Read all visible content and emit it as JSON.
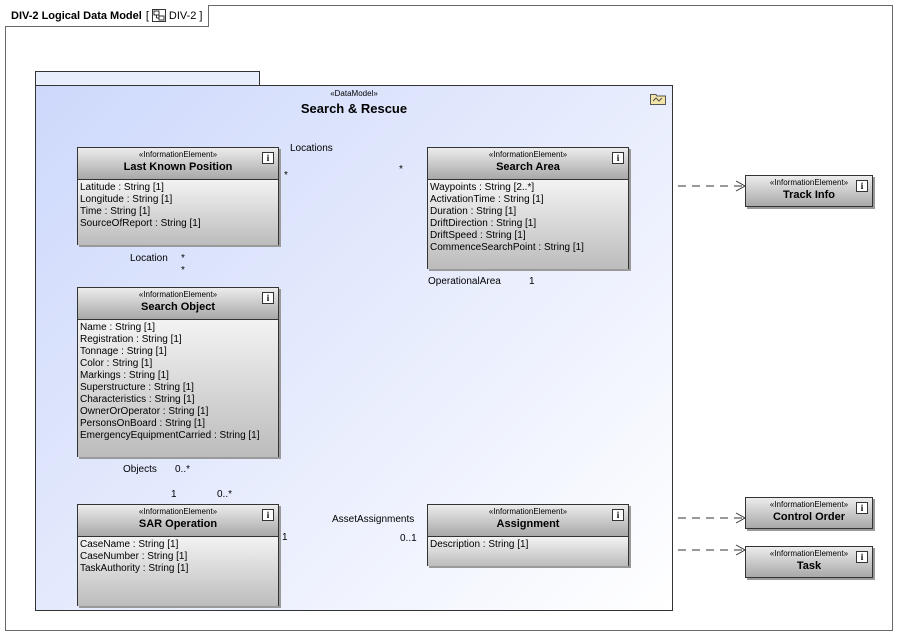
{
  "frame": {
    "title": "DIV-2 Logical Data Model",
    "ref_open": "[",
    "ref_name": "DIV-2",
    "ref_close": "]"
  },
  "package": {
    "stereotype": "«DataModel»",
    "name": "Search & Rescue"
  },
  "classes": {
    "lkp": {
      "stereotype": "«InformationElement»",
      "name": "Last Known Position",
      "attrs": [
        {
          "n": "Latitude",
          "t": " : String [1]"
        },
        {
          "n": "Longitude",
          "t": " : String [1]"
        },
        {
          "n": "Time",
          "t": " : String [1]"
        },
        {
          "n": "SourceOfReport",
          "t": " : String [1]"
        }
      ]
    },
    "sa": {
      "stereotype": "«InformationElement»",
      "name": "Search Area",
      "attrs": [
        {
          "n": "Waypoints",
          "t": " : String [2..*]"
        },
        {
          "n": "ActivationTime",
          "t": " : String [1]"
        },
        {
          "n": "Duration",
          "t": " : String [1]"
        },
        {
          "n": "DriftDirection",
          "t": " : String [1]"
        },
        {
          "n": "DriftSpeed",
          "t": " : String [1]"
        },
        {
          "n": "CommenceSearchPoint",
          "t": " : String [1]"
        }
      ]
    },
    "so": {
      "stereotype": "«InformationElement»",
      "name": "Search Object",
      "attrs": [
        {
          "n": "Name",
          "t": " : String [1]"
        },
        {
          "n": "Registration",
          "t": " : String [1]"
        },
        {
          "n": "Tonnage",
          "t": " : String [1]"
        },
        {
          "n": "Color",
          "t": " : String [1]"
        },
        {
          "n": "Markings",
          "t": " : String [1]"
        },
        {
          "n": "Superstructure",
          "t": " : String [1]"
        },
        {
          "n": "Characteristics",
          "t": " : String [1]"
        },
        {
          "n": "OwnerOrOperator",
          "t": " : String [1]"
        },
        {
          "n": "PersonsOnBoard",
          "t": " : String [1]"
        },
        {
          "n": "EmergencyEquipmentCarried",
          "t": " : String [1]"
        }
      ]
    },
    "sar": {
      "stereotype": "«InformationElement»",
      "name": "SAR Operation",
      "attrs": [
        {
          "n": "CaseName",
          "t": " : String [1]"
        },
        {
          "n": "CaseNumber",
          "t": " : String [1]"
        },
        {
          "n": "TaskAuthority",
          "t": " : String [1]"
        }
      ]
    },
    "asg": {
      "stereotype": "«InformationElement»",
      "name": "Assignment",
      "attrs": [
        {
          "n": "Description",
          "t": " : String [1]"
        }
      ]
    },
    "ti": {
      "stereotype": "«InformationElement»",
      "name": "Track Info"
    },
    "co": {
      "stereotype": "«InformationElement»",
      "name": "Control Order"
    },
    "task": {
      "stereotype": "«InformationElement»",
      "name": "Task"
    }
  },
  "info_glyph": "i",
  "labels": {
    "locations": "Locations",
    "loc_mult_lkp": "*",
    "loc_mult_sa": "*",
    "location": "Location",
    "location_mult_top": "*",
    "location_mult_bot": "*",
    "operational_area": "OperationalArea",
    "op_mult_sa": "1",
    "op_mult_sar": "0..*",
    "objects": "Objects",
    "obj_mult_so": "0..*",
    "obj_mult_sar": "1",
    "asg_assoc": "AssetAssignments",
    "asg_mult_sar": "1",
    "asg_mult_asg": "0..1"
  }
}
